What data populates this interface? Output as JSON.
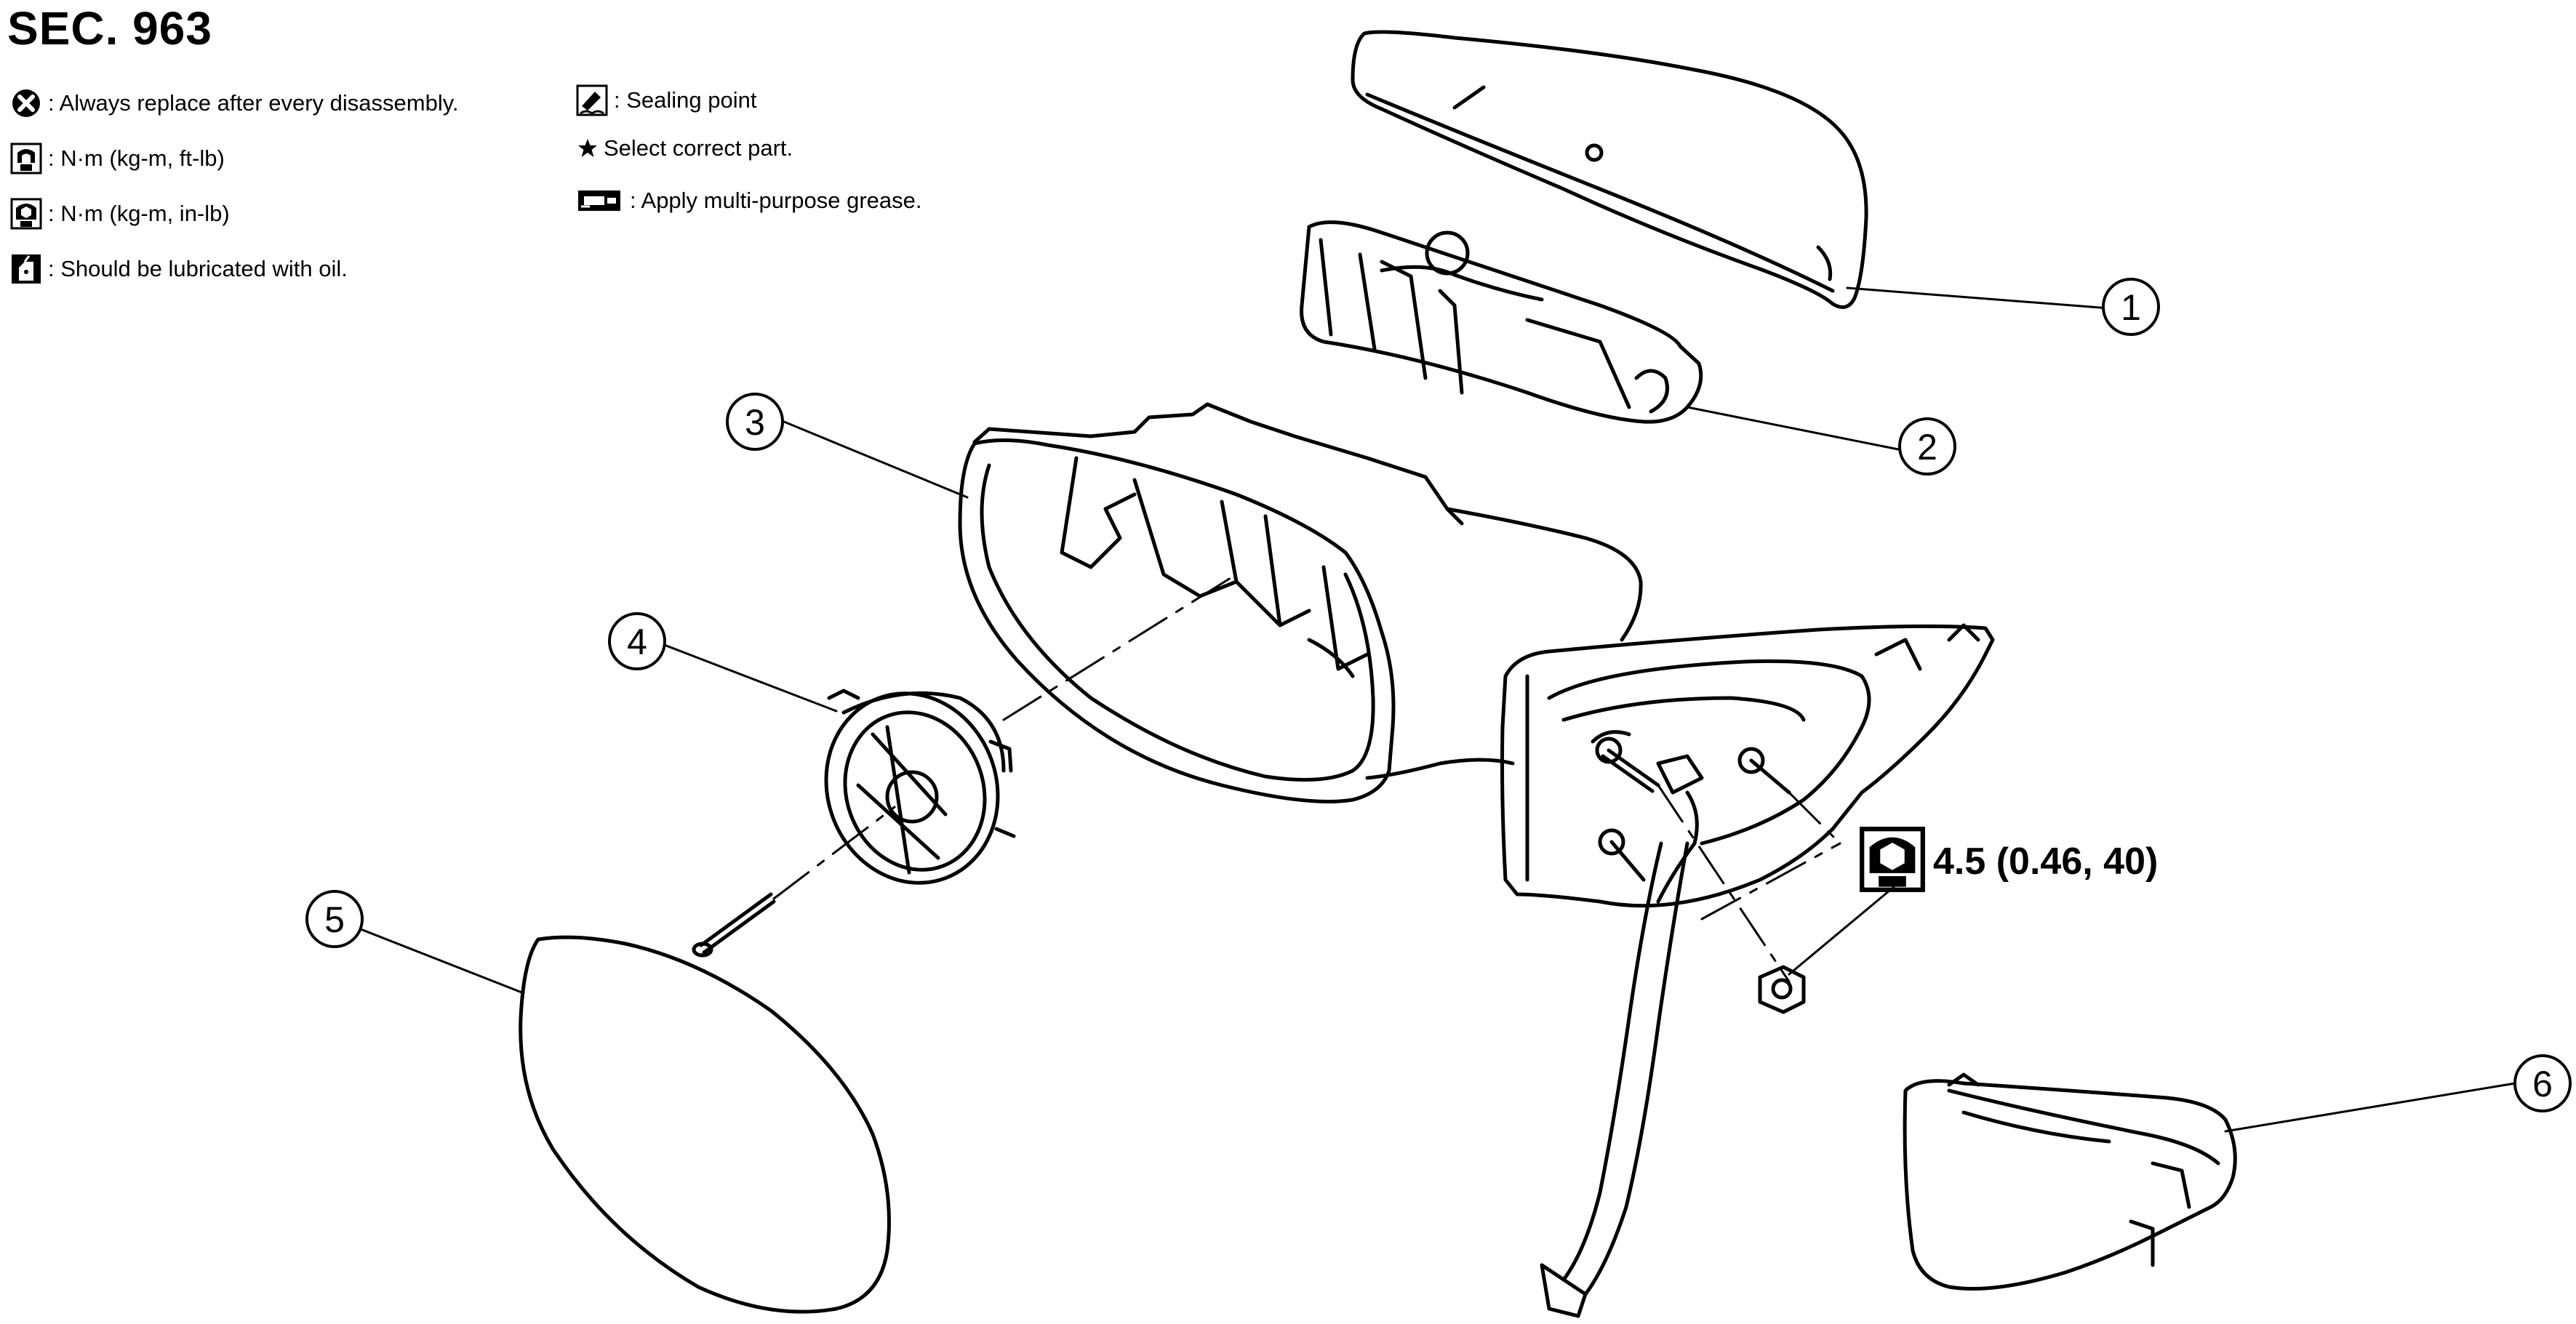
{
  "section_title": "SEC. 963",
  "legend": {
    "left": [
      {
        "icon": "circle-x-icon",
        "text": ": Always replace after every disassembly."
      },
      {
        "icon": "torque-wrench-icon",
        "text": ": N·m (kg-m, ft-lb)"
      },
      {
        "icon": "torque-wrench-filled-icon",
        "text": ": N·m (kg-m, in-lb)"
      },
      {
        "icon": "oil-can-icon",
        "text": ": Should be lubricated with oil."
      }
    ],
    "right": [
      {
        "icon": "sealant-tube-icon",
        "text": ": Sealing point"
      },
      {
        "icon": "star-icon",
        "text": "Select correct part."
      },
      {
        "icon": "grease-gun-icon",
        "text": ": Apply multi-purpose grease."
      }
    ]
  },
  "callouts": [
    "1",
    "2",
    "3",
    "4",
    "5",
    "6"
  ],
  "torque": {
    "icon": "torque-wrench-filled-icon",
    "value": "4.5 (0.46, 40)"
  },
  "colors": {
    "line": "#000000",
    "background": "#ffffff"
  }
}
